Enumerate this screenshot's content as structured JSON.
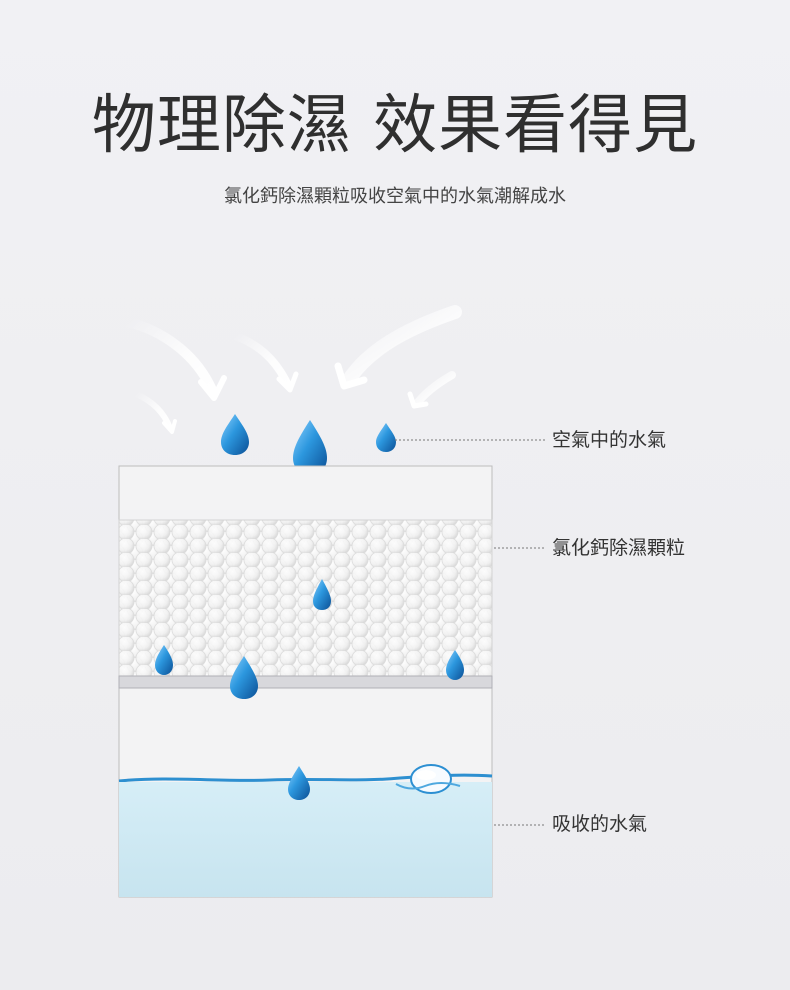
{
  "header": {
    "title": "物理除濕 效果看得見",
    "subtitle": "氯化鈣除濕顆粒吸收空氣中的水氣潮解成水"
  },
  "labels": {
    "air_moisture": "空氣中的水氣",
    "granules": "氯化鈣除濕顆粒",
    "absorbed_moisture": "吸收的水氣"
  },
  "colors": {
    "background": "#efeff2",
    "drop": "#1e7fc4",
    "water": "#cfeaf4",
    "water_line": "#3597d4",
    "panel_border": "#bcbcbc",
    "granule": "#ffffff"
  }
}
